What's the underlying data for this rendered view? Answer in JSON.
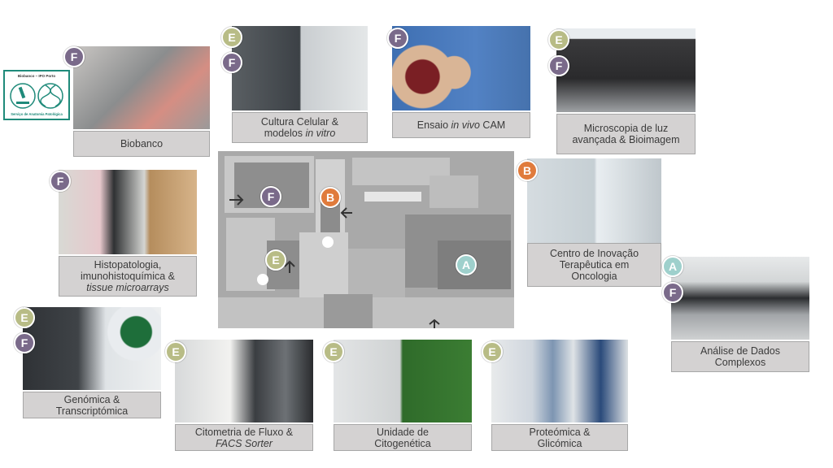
{
  "logo": {
    "line1": "Biobanco – IPO Porto",
    "line2": "Serviço de Anatomia Patológica"
  },
  "facilities": [
    {
      "id": "biobanco",
      "badges": [
        "F"
      ],
      "caption": [
        {
          "t": "Biobanco"
        }
      ]
    },
    {
      "id": "cultura",
      "badges": [
        "E",
        "F"
      ],
      "caption": [
        {
          "t": "Cultura Celular &"
        },
        {
          "t": "modelos ",
          "i": "in vitro"
        }
      ]
    },
    {
      "id": "cam",
      "badges": [
        "F"
      ],
      "caption": [
        {
          "t": "Ensaio ",
          "i": "in vivo",
          "t2": " CAM"
        }
      ]
    },
    {
      "id": "microscopia",
      "badges": [
        "E",
        "F"
      ],
      "caption": [
        {
          "t": "Microscopia de luz"
        },
        {
          "t": "avançada & Bioimagem"
        }
      ]
    },
    {
      "id": "histopatologia",
      "badges": [
        "F"
      ],
      "caption": [
        {
          "t": "Histopatologia,"
        },
        {
          "t": "imunohistoquímica &"
        },
        {
          "t": "",
          "i": "tissue microarrays"
        }
      ]
    },
    {
      "id": "cito",
      "badges": [
        "B"
      ],
      "caption": [
        {
          "t": "Centro de Inovação"
        },
        {
          "t": "Terapêutica em"
        },
        {
          "t": "Oncologia"
        }
      ]
    },
    {
      "id": "analise",
      "badges": [
        "A",
        "F"
      ],
      "caption": [
        {
          "t": "Análise de Dados"
        },
        {
          "t": "Complexos"
        }
      ]
    },
    {
      "id": "genomica",
      "badges": [
        "E",
        "F"
      ],
      "caption": [
        {
          "t": "Genómica &"
        },
        {
          "t": "Transcriptómica"
        }
      ]
    },
    {
      "id": "citometria",
      "badges": [
        "E"
      ],
      "caption": [
        {
          "t": "Citometria de Fluxo &"
        },
        {
          "t": "",
          "i": "FACS Sorter"
        }
      ]
    },
    {
      "id": "citogenetica",
      "badges": [
        "E"
      ],
      "caption": [
        {
          "t": "Unidade de"
        },
        {
          "t": "Citogenética"
        }
      ]
    },
    {
      "id": "proteomica",
      "badges": [
        "E"
      ],
      "caption": [
        {
          "t": "Proteómica &"
        },
        {
          "t": "Glicómica"
        }
      ]
    }
  ],
  "map": {
    "markers": [
      "F",
      "B",
      "E",
      "A"
    ]
  },
  "colors": {
    "E": "#b8bc86",
    "F": "#7a6a8a",
    "A": "#9ed0cc",
    "B": "#e07b3c",
    "caption_bg": "#d4d2d2"
  }
}
